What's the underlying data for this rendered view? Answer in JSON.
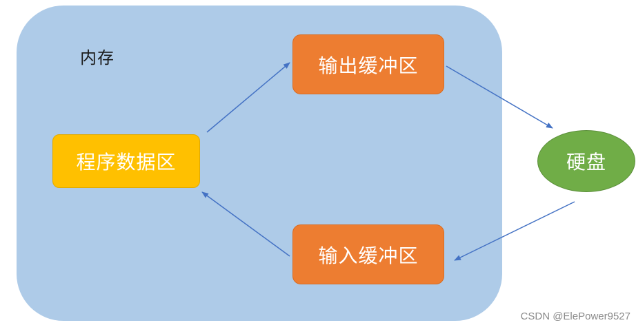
{
  "memory": {
    "label": "内存"
  },
  "boxes": {
    "program": "程序数据区",
    "output_buffer": "输出缓冲区",
    "input_buffer": "输入缓冲区",
    "disk": "硬盘"
  },
  "colors": {
    "memory": "#aecbe8",
    "program": "#ffc000",
    "buffer": "#ed7d31",
    "disk": "#70ad47",
    "arrow": "#4472c4"
  },
  "watermark": "CSDN @ElePower9527"
}
